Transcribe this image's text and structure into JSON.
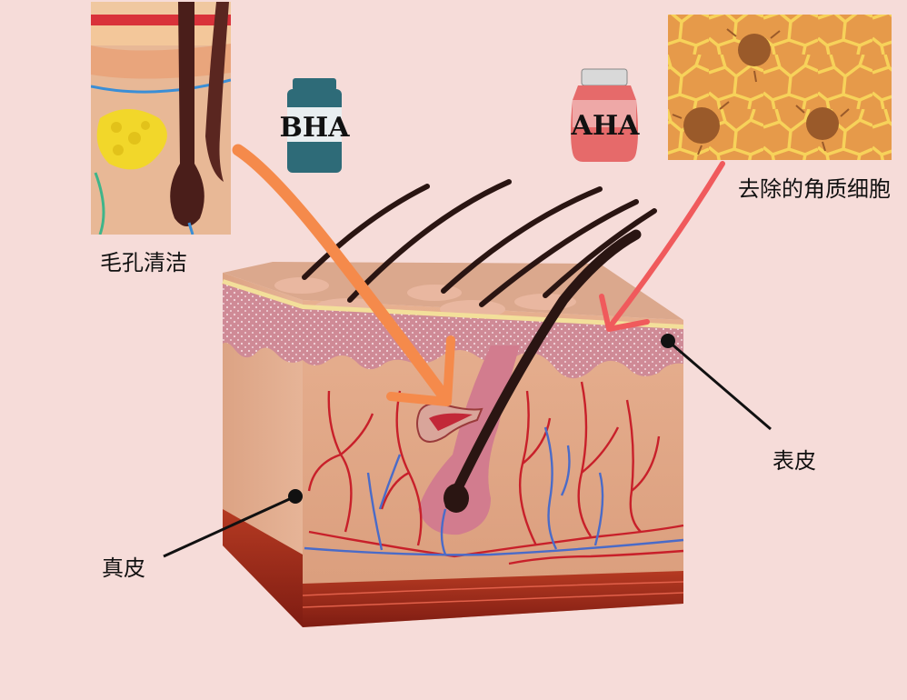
{
  "labels": {
    "pore_cleansing": "毛孔清洁",
    "epidermis": "表皮",
    "dermis": "真皮",
    "dead_skin_removal": "去除的角质细胞"
  },
  "bottles": {
    "bha": "BHA",
    "aha": "AHA"
  },
  "colors": {
    "background": "#f6dcd9",
    "bha_arrow": "#f58a4b",
    "aha_arrow": "#f05a5c",
    "bha_bottle": "#2e6b78",
    "aha_bottle": "#e66a6a",
    "vessel_red": "#c8202a",
    "vessel_blue": "#4a6bc8"
  }
}
